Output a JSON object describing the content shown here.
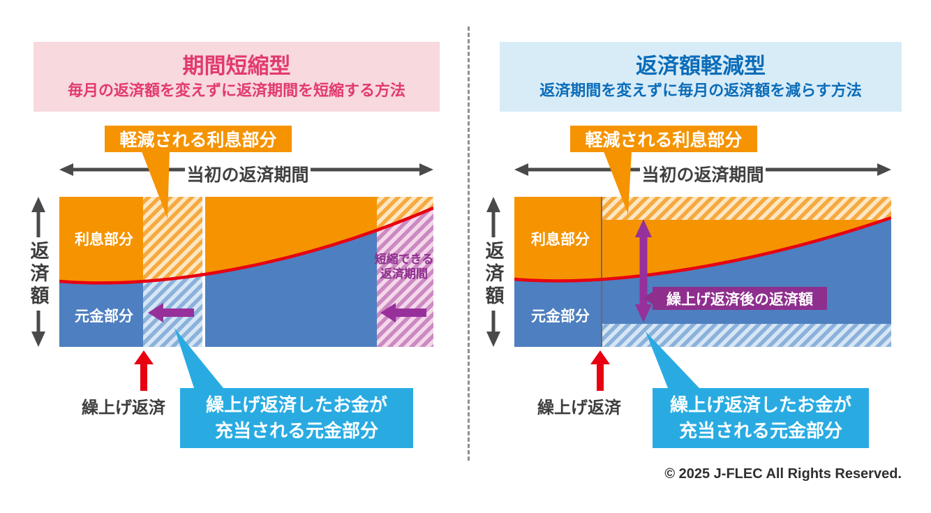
{
  "left_panel": {
    "title": "期間短縮型",
    "subtitle": "毎月の返済額を変えずに返済期間を短縮する方法",
    "interest_saved_badge": "軽減される利息部分",
    "original_period_label": "当初の返済期間",
    "repayment_amount_label": "返済額",
    "interest_portion_label": "利息部分",
    "principal_portion_label": "元金部分",
    "shortened_period_line1": "短縮できる",
    "shortened_period_line2": "返済期間",
    "prepayment_label": "繰上げ返済",
    "callout_line1": "繰上げ返済したお金が",
    "callout_line2": "充当される元金部分"
  },
  "right_panel": {
    "title": "返済額軽減型",
    "subtitle": "返済期間を変えずに毎月の返済額を減らす方法",
    "interest_saved_badge": "軽減される利息部分",
    "original_period_label": "当初の返済期間",
    "repayment_amount_label": "返済額",
    "interest_portion_label": "利息部分",
    "principal_portion_label": "元金部分",
    "reduced_payment_label": "繰上げ返済後の返済額",
    "prepayment_label": "繰上げ返済",
    "callout_line1": "繰上げ返済したお金が",
    "callout_line2": "充当される元金部分"
  },
  "footer": {
    "copyright": "© 2025 J-FLEC All Rights Reserved."
  },
  "colors": {
    "interest_orange": "#F59300",
    "principal_blue": "#4E7FC0",
    "curve_red": "#E60012",
    "accent_purple": "#97309B",
    "callout_cyan": "#29ABE2",
    "left_title_pink": "#E23A6E",
    "left_header_bg": "#F7D9DE",
    "right_title_blue": "#0B6CB8",
    "right_header_bg": "#D8ECF8"
  }
}
